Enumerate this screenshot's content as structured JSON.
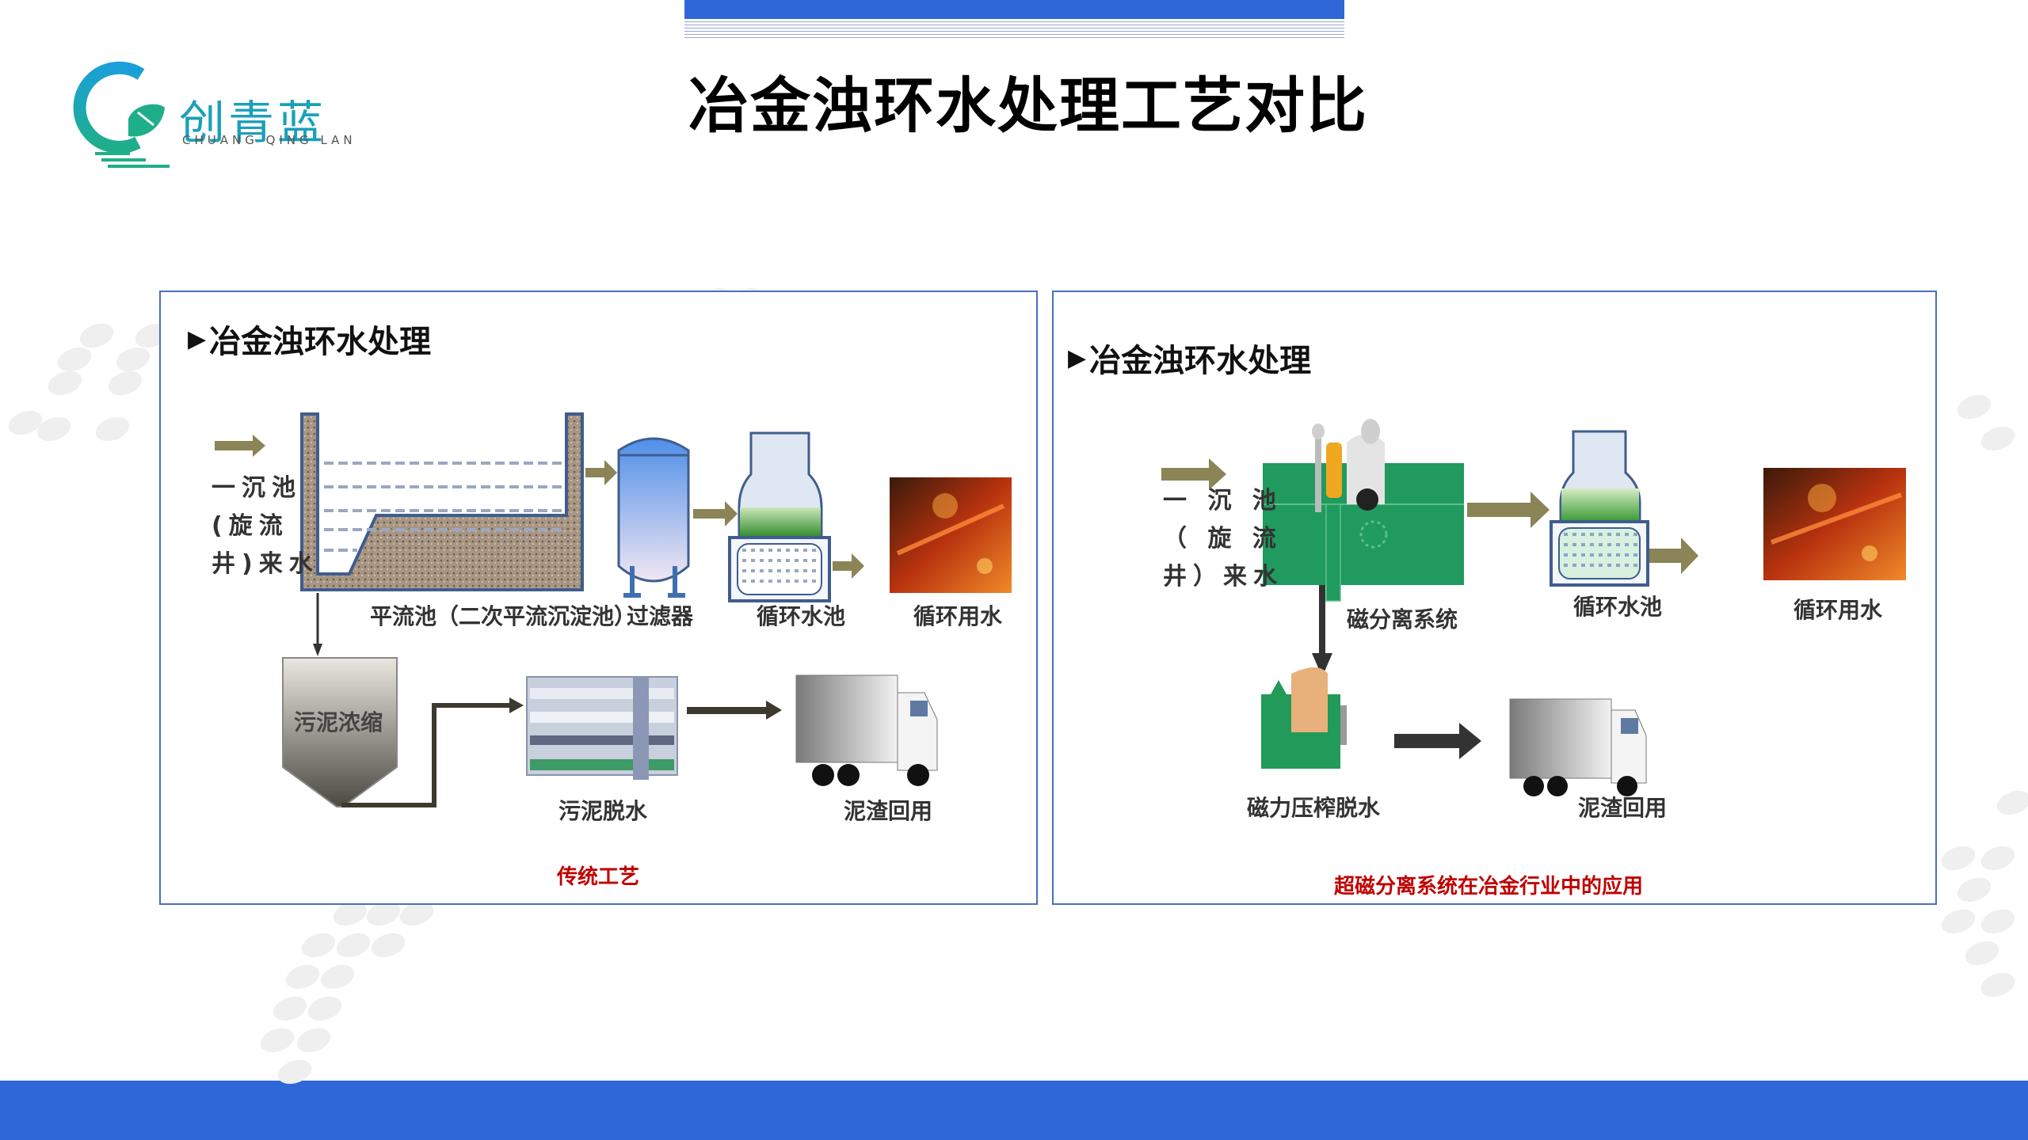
{
  "brand": {
    "name_cn": "创青蓝",
    "name_en": "CHUANG QING LAN",
    "colors": {
      "logo_blue": "#1aa0d8",
      "logo_green": "#1fae8a",
      "accent_blue": "#2f67d9"
    }
  },
  "title": "冶金浊环水处理工艺对比",
  "panels": [
    {
      "heading": "冶金浊环水处理",
      "bullet_icon": "▶",
      "inlet_label": [
        "一沉池",
        "(旋流",
        "井)来水"
      ],
      "steps_top": [
        {
          "label": "平流池（二次平流沉淀池）"
        },
        {
          "label": "过滤器"
        },
        {
          "label": "循环水池"
        },
        {
          "label": "循环用水"
        }
      ],
      "steps_bottom": [
        {
          "label": "污泥浓缩"
        },
        {
          "label": "污泥脱水"
        },
        {
          "label": "泥渣回用"
        }
      ],
      "caption": "传统工艺"
    },
    {
      "heading": "冶金浊环水处理",
      "bullet_icon": "▶",
      "inlet_label": [
        "一 沉 池",
        "（ 旋 流",
        "井）来水"
      ],
      "steps_top": [
        {
          "label": "磁分离系统"
        },
        {
          "label": "循环水池"
        },
        {
          "label": "循环用水"
        }
      ],
      "steps_bottom": [
        {
          "label": "磁力压榨脱水"
        },
        {
          "label": "泥渣回用"
        }
      ],
      "caption": "超磁分离系统在冶金行业中的应用"
    }
  ]
}
